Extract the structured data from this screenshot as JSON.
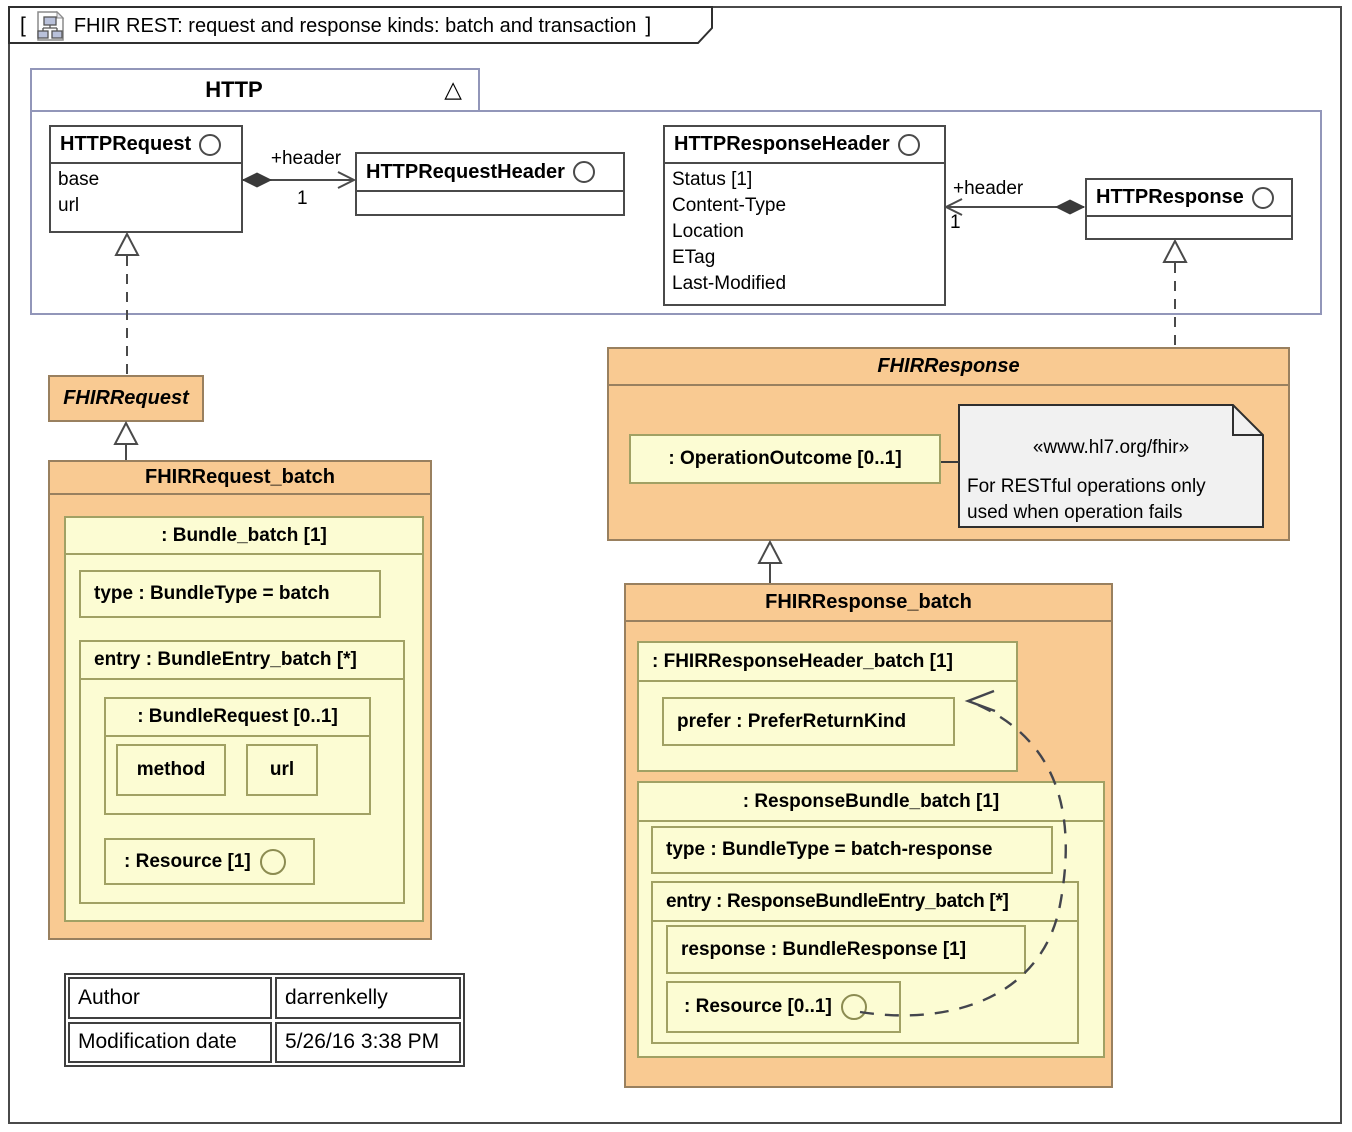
{
  "diagram_tab": {
    "open_bracket": "[",
    "close_bracket": "]",
    "title": "FHIR REST: request and response kinds: batch and transaction"
  },
  "colors": {
    "class_fill": "#ffffff",
    "class_border": "#4a4a4a",
    "block_fill": "#f9ca92",
    "block_border": "#99805f",
    "part_fill": "#fcfcd3",
    "part_border": "#a1a164",
    "frame_border": "#9296b9",
    "note_fill": "#f1f1f1"
  },
  "http_frame": {
    "name": "HTTP",
    "collapse_triangle": "△",
    "http_request": {
      "name": "HTTPRequest",
      "attributes": [
        "base",
        "url"
      ]
    },
    "http_request_header": {
      "name": "HTTPRequestHeader"
    },
    "http_response_header": {
      "name": "HTTPResponseHeader",
      "attributes": [
        "Status [1]",
        "Content-Type",
        "Location",
        "ETag",
        "Last-Modified"
      ]
    },
    "http_response": {
      "name": "HTTPResponse"
    },
    "request_header_assoc": {
      "role": "+header",
      "multiplicity": "1"
    },
    "response_header_assoc": {
      "role": "+header",
      "multiplicity": "1"
    }
  },
  "fhir_request": {
    "name": "FHIRRequest"
  },
  "fhir_request_batch": {
    "name": "FHIRRequest_batch",
    "bundle": {
      "name": ": Bundle_batch [1]",
      "type": "type : BundleType = batch",
      "entry": {
        "name": "entry : BundleEntry_batch [*]",
        "bundle_request": {
          "name": ": BundleRequest [0..1]",
          "method": "method",
          "url": "url"
        },
        "resource": {
          "name": ": Resource [1]"
        }
      }
    }
  },
  "fhir_response": {
    "name": "FHIRResponse",
    "operation_outcome": {
      "name": ": OperationOutcome [0..1]"
    },
    "note": {
      "stereotype": "«www.hl7.org/fhir»",
      "line1": "For RESTful operations only",
      "line2": "used when operation fails"
    }
  },
  "fhir_response_batch": {
    "name": "FHIRResponse_batch",
    "response_header": {
      "name": ": FHIRResponseHeader_batch [1]",
      "prefer": "prefer : PreferReturnKind"
    },
    "response_bundle": {
      "name": ": ResponseBundle_batch [1]",
      "type": "type : BundleType = batch-response",
      "entry": {
        "name": "entry : ResponseBundleEntry_batch [*]",
        "response": "response : BundleResponse [1]",
        "resource": {
          "name": ": Resource [0..1]"
        }
      }
    }
  },
  "info_table": {
    "rows": [
      {
        "label": "Author",
        "value": "darrenkelly"
      },
      {
        "label": "Modification date",
        "value": "5/26/16 3:38 PM"
      }
    ]
  }
}
